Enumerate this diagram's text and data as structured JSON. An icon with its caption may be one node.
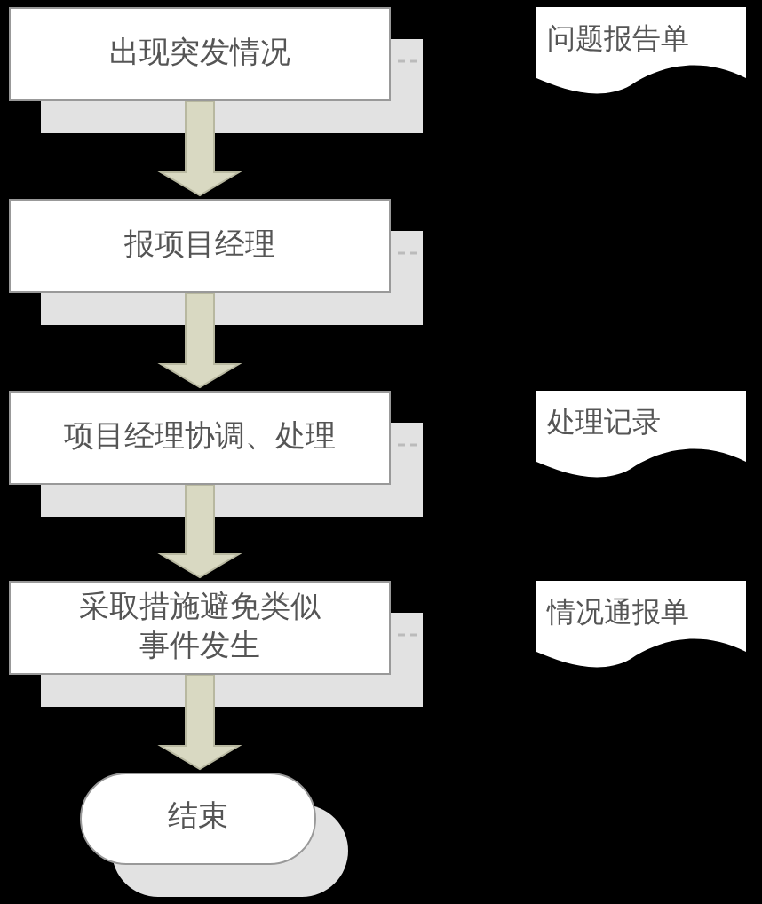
{
  "diagram": {
    "nodes": [
      {
        "text": [
          "出现突发情况"
        ]
      },
      {
        "text": [
          "报项目经理"
        ]
      },
      {
        "text": [
          "项目经理协调、处理"
        ]
      },
      {
        "text": [
          "采取措施避免类似事件发生"
        ]
      },
      {
        "text": [
          "结束"
        ]
      },
      {
        "text": [
          "问题报告单"
        ]
      },
      {
        "text": [
          "处理记录"
        ]
      },
      {
        "text": [
          "情况通报单"
        ]
      }
    ],
    "edges": [
      {
        "from": 0,
        "to": 1,
        "arrow": "to",
        "style": "thick"
      },
      {
        "from": 1,
        "to": 2,
        "arrow": "to",
        "style": "thick"
      },
      {
        "from": 2,
        "to": 3,
        "arrow": "to",
        "style": "thick"
      },
      {
        "from": 3,
        "to": 4,
        "arrow": "to",
        "style": "thick"
      }
    ]
  }
}
